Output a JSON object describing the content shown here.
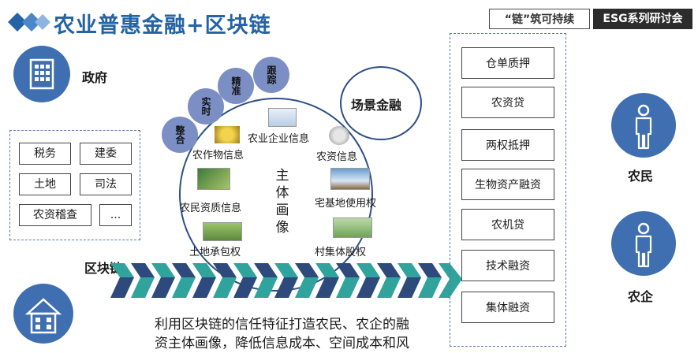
{
  "header": {
    "title": "农业普惠金融+区块链",
    "badge_left": "“链”筑可持续",
    "badge_right": "ESG系列研讨会"
  },
  "left": {
    "government_label": "政府",
    "gov_items": [
      "税务",
      "建委",
      "土地",
      "司法",
      "农资稽查",
      "..."
    ]
  },
  "center": {
    "process_steps": [
      "整合",
      "实时",
      "精准",
      "跟踪"
    ],
    "scene_finance": "场景金融",
    "profile_title": "主体画像",
    "info_items": {
      "agri_enterprise": "农业企业信息",
      "crop": "农作物信息",
      "agri_material": "农资信息",
      "farmer_quality": "农民资质信息",
      "homestead": "宅基地使用权",
      "land_contract": "土地承包权",
      "village_share": "村集体股权"
    },
    "blockchain_label": "区块链",
    "bottom_text_line1": "利用区块链的信任特征打造农民、农企的融",
    "bottom_text_line2": "资主体画像，降低信息成本、空间成本和风"
  },
  "right": {
    "products": [
      "仓单质押",
      "农资贷",
      "两权抵押",
      "生物资产融资",
      "农机贷",
      "技术融资",
      "集体融资"
    ],
    "farmer_label": "农民",
    "enterprise_label": "农企"
  },
  "colors": {
    "title_blue": "#2563a6",
    "icon_blue": "#3f6fb0",
    "chain_teal": "#2fa39c",
    "chain_navy": "#2e4a7c",
    "step_circle": "#7b8fc4"
  }
}
